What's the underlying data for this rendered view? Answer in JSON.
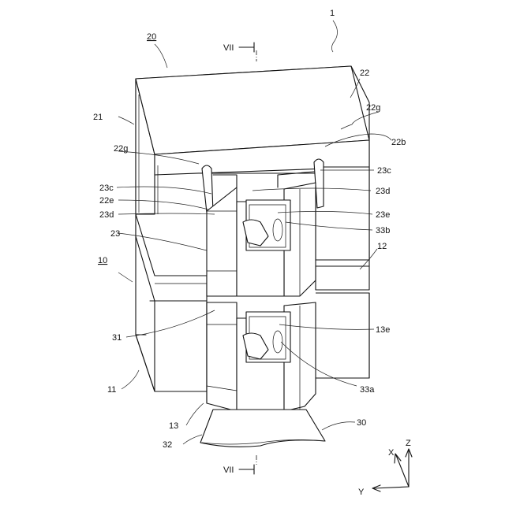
{
  "labels": {
    "device": "1",
    "upper_unit": "20",
    "upper_box": "21",
    "upper_top": "22",
    "upper_flange_left": "22g",
    "upper_flange_right": "22g",
    "upper_side": "22b",
    "upper_end_left": "22e",
    "upper_rib_c_left": "23c",
    "upper_rib_c_right": "23c",
    "upper_rib_d_left": "23d",
    "upper_rib_d_right": "23d",
    "upper_recess": "23e",
    "upper_clip": "23",
    "upper_hook": "33b",
    "lower_unit": "10",
    "lower_plate": "12",
    "lower_recess": "13e",
    "lower_box": "11",
    "lower_hook": "33a",
    "lower_connector": "31",
    "lower_clip": "13",
    "cable_bundle": "30",
    "cable_end": "32",
    "section_top": "VII",
    "section_bottom": "VII"
  },
  "axes": {
    "x": "X",
    "y": "Y",
    "z": "Z"
  }
}
